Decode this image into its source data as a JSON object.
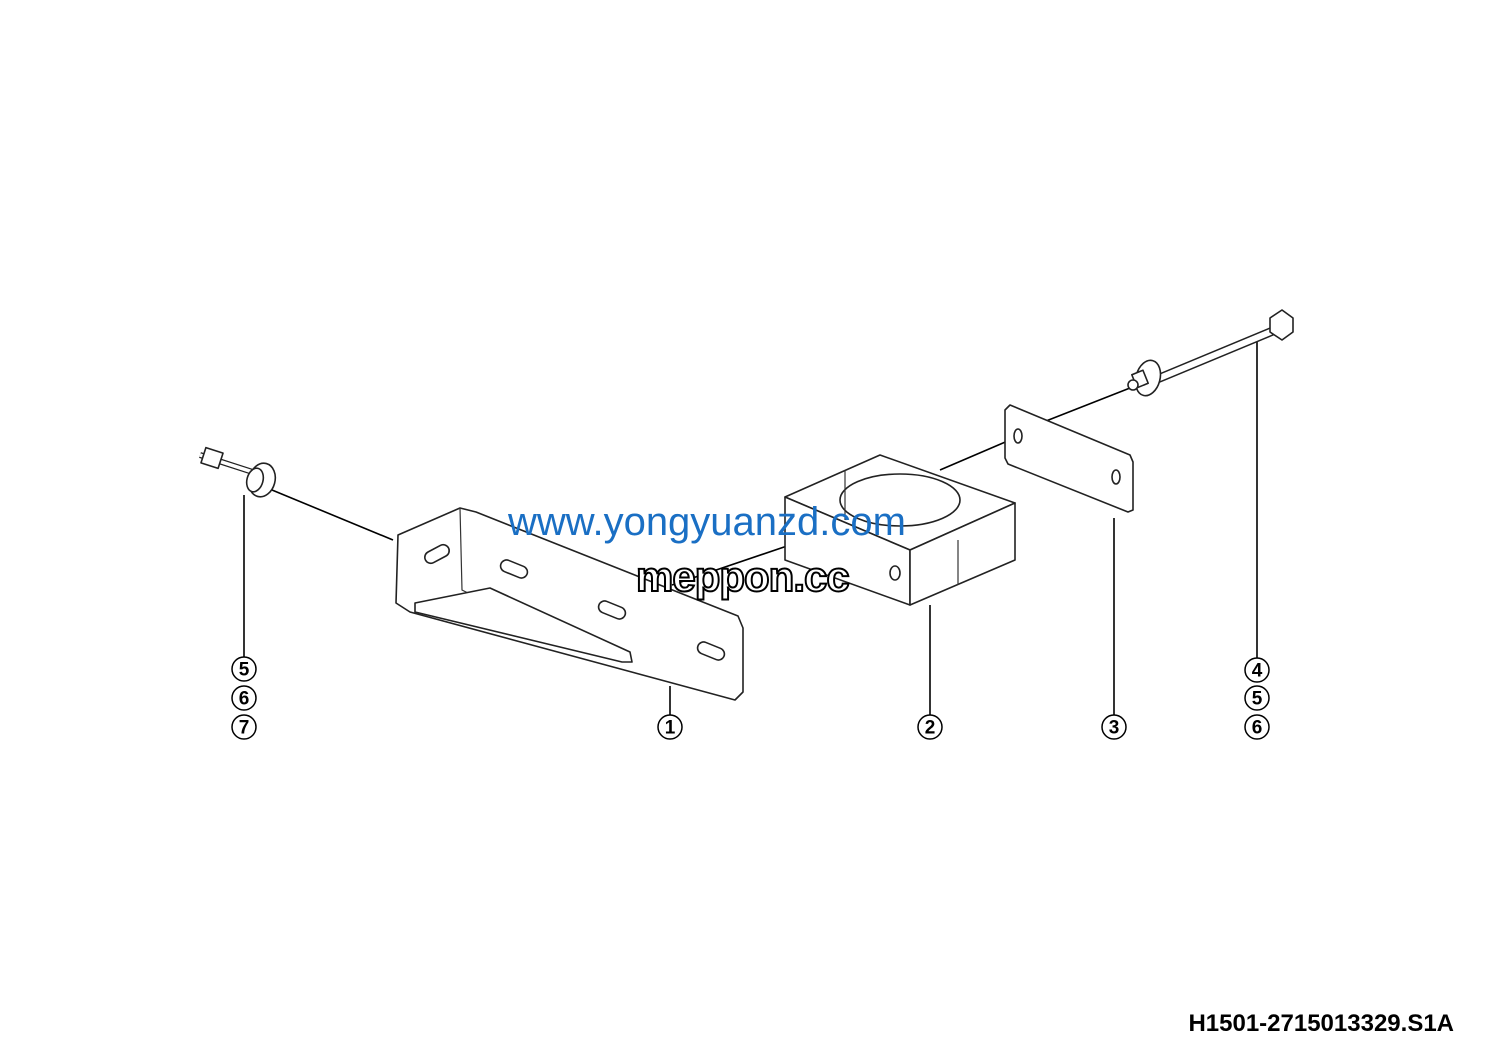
{
  "drawing": {
    "code": "H1501-2715013329.S1A",
    "watermarks": [
      "www.yongyuanzd.com",
      "meppon.cc"
    ],
    "watermark_color": "#1a6fc4",
    "callouts": {
      "bracket": "1",
      "clamp": "2",
      "plate": "3",
      "right_bolt": [
        "4",
        "5",
        "6"
      ],
      "left_bolt": [
        "5",
        "6",
        "7"
      ]
    }
  }
}
